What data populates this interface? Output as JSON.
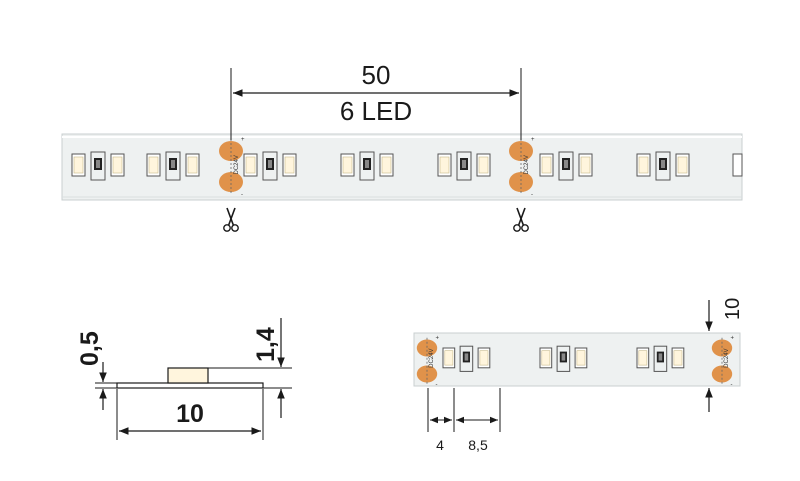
{
  "top_view": {
    "pitch_value": "50",
    "led_count_label": "6 LED",
    "pad_marking": "DC24V",
    "plus_sign": "+",
    "minus_sign": "-"
  },
  "cross_section": {
    "thickness_label": "0,5",
    "height_label": "1,4",
    "width_label": "10"
  },
  "detail_view": {
    "edge_offset_label": "4",
    "led_spacing_label": "8,5",
    "strip_width_label": "10",
    "pad_marking": "DC24V"
  },
  "colors": {
    "strip": "#eef1f1",
    "pad": "#e0924a",
    "led": "#fff5dd",
    "line": "#1a1a1a"
  }
}
